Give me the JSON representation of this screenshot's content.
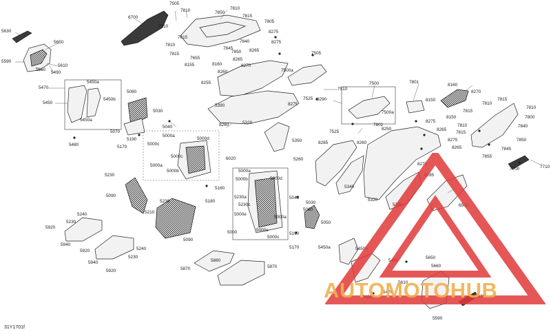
{
  "diagram": {
    "reference": "31Y1701f",
    "labels": [
      {
        "id": "l1",
        "text": "5630"
      },
      {
        "id": "l2",
        "text": "5590"
      },
      {
        "id": "l3",
        "text": "5650"
      },
      {
        "id": "l4",
        "text": "5660"
      },
      {
        "id": "l5",
        "text": "5610"
      },
      {
        "id": "l6",
        "text": "5490"
      },
      {
        "id": "l7",
        "text": "5470"
      },
      {
        "id": "l8",
        "text": "5450"
      },
      {
        "id": "l9",
        "text": "5450a"
      },
      {
        "id": "l10",
        "text": "5450b"
      },
      {
        "id": "l11",
        "text": "5450a"
      },
      {
        "id": "l12",
        "text": "5480"
      },
      {
        "id": "l13",
        "text": "5080"
      },
      {
        "id": "l14",
        "text": "5070"
      },
      {
        "id": "l15",
        "text": "5170"
      },
      {
        "id": "l16",
        "text": "5190"
      },
      {
        "id": "l17",
        "text": "5030"
      },
      {
        "id": "l18",
        "text": "5040"
      },
      {
        "id": "l19",
        "text": "6700"
      },
      {
        "id": "l20",
        "text": "7505"
      },
      {
        "id": "l21",
        "text": "7810"
      },
      {
        "id": "l22",
        "text": "7710"
      },
      {
        "id": "l23",
        "text": "7615"
      },
      {
        "id": "l24",
        "text": "7810"
      },
      {
        "id": "l25",
        "text": "7815"
      },
      {
        "id": "l26",
        "text": "7655"
      },
      {
        "id": "l27",
        "text": "8155"
      },
      {
        "id": "l28",
        "text": "7850"
      },
      {
        "id": "l29",
        "text": "7810"
      },
      {
        "id": "l30",
        "text": "7815"
      },
      {
        "id": "l31",
        "text": "7805"
      },
      {
        "id": "l32",
        "text": "7840"
      },
      {
        "id": "l33",
        "text": "7845"
      },
      {
        "id": "l34",
        "text": "7850"
      },
      {
        "id": "l35",
        "text": "8160"
      },
      {
        "id": "l36",
        "text": "8265"
      },
      {
        "id": "l37",
        "text": "8275"
      },
      {
        "id": "l38",
        "text": "8265"
      },
      {
        "id": "l39",
        "text": "8275"
      },
      {
        "id": "l40",
        "text": "8270"
      },
      {
        "id": "l41",
        "text": "8260"
      },
      {
        "id": "l42",
        "text": "8255"
      },
      {
        "id": "l43",
        "text": "7505"
      },
      {
        "id": "l44",
        "text": "7500a"
      },
      {
        "id": "l45",
        "text": "7510"
      },
      {
        "id": "l46",
        "text": "7500"
      },
      {
        "id": "l47",
        "text": "7500a"
      },
      {
        "id": "l48",
        "text": "7525"
      },
      {
        "id": "l49",
        "text": "7525"
      },
      {
        "id": "l50",
        "text": "8275"
      },
      {
        "id": "l51",
        "text": "8290"
      },
      {
        "id": "l52",
        "text": "5390"
      },
      {
        "id": "l53",
        "text": "5320"
      },
      {
        "id": "l54",
        "text": "5350"
      },
      {
        "id": "l55",
        "text": "8280"
      },
      {
        "id": "l56",
        "text": "5000a"
      },
      {
        "id": "l57",
        "text": "5000d"
      },
      {
        "id": "l58",
        "text": "5000c"
      },
      {
        "id": "l59",
        "text": "5000a"
      },
      {
        "id": "l60",
        "text": "5000b"
      },
      {
        "id": "l61",
        "text": "5000c"
      },
      {
        "id": "l62",
        "text": "6020"
      },
      {
        "id": "l63",
        "text": "5000a"
      },
      {
        "id": "l64",
        "text": "5000b"
      },
      {
        "id": "l65",
        "text": "5000d"
      },
      {
        "id": "l66",
        "text": "5230a"
      },
      {
        "id": "l67",
        "text": "5230c"
      },
      {
        "id": "l68",
        "text": "5160"
      },
      {
        "id": "l69",
        "text": "5180"
      },
      {
        "id": "l70",
        "text": "5000e"
      },
      {
        "id": "l71",
        "text": "5000"
      },
      {
        "id": "l72",
        "text": "5000e"
      },
      {
        "id": "l73",
        "text": "5000a"
      },
      {
        "id": "l74",
        "text": "5000c"
      },
      {
        "id": "l75",
        "text": "5040"
      },
      {
        "id": "l76",
        "text": "5030"
      },
      {
        "id": "l77",
        "text": "5080"
      },
      {
        "id": "l78",
        "text": "5050"
      },
      {
        "id": "l79",
        "text": "5190"
      },
      {
        "id": "l80",
        "text": "5170"
      },
      {
        "id": "l81",
        "text": "5260"
      },
      {
        "id": "l82",
        "text": "5230"
      },
      {
        "id": "l83",
        "text": "5090"
      },
      {
        "id": "l84",
        "text": "5210"
      },
      {
        "id": "l85",
        "text": "5230"
      },
      {
        "id": "l86",
        "text": "5090"
      },
      {
        "id": "l87",
        "text": "5240"
      },
      {
        "id": "l88",
        "text": "5230"
      },
      {
        "id": "l89",
        "text": "5920"
      },
      {
        "id": "l90",
        "text": "5940"
      },
      {
        "id": "l91",
        "text": "5920"
      },
      {
        "id": "l92",
        "text": "5940"
      },
      {
        "id": "l93",
        "text": "5920"
      },
      {
        "id": "l94",
        "text": "5240"
      },
      {
        "id": "l95",
        "text": "5230"
      },
      {
        "id": "l96",
        "text": "5880"
      },
      {
        "id": "l97",
        "text": "5870"
      },
      {
        "id": "l98",
        "text": "5870"
      },
      {
        "id": "l99",
        "text": "7801"
      },
      {
        "id": "l100",
        "text": "7802"
      },
      {
        "id": "l101",
        "text": "8150"
      },
      {
        "id": "l102",
        "text": "8160"
      },
      {
        "id": "l103",
        "text": "8270"
      },
      {
        "id": "l104",
        "text": "7815"
      },
      {
        "id": "l105",
        "text": "7810"
      },
      {
        "id": "l106",
        "text": "7815"
      },
      {
        "id": "l107",
        "text": "7810"
      },
      {
        "id": "l108",
        "text": "8150"
      },
      {
        "id": "l109",
        "text": "7800"
      },
      {
        "id": "l110",
        "text": "7810"
      },
      {
        "id": "l111",
        "text": "7840"
      },
      {
        "id": "l112",
        "text": "7815"
      },
      {
        "id": "l113",
        "text": "7850"
      },
      {
        "id": "l114",
        "text": "7845"
      },
      {
        "id": "l115",
        "text": "7855"
      },
      {
        "id": "l116",
        "text": "7700"
      },
      {
        "id": "l117",
        "text": "7710"
      },
      {
        "id": "l118",
        "text": "8250"
      },
      {
        "id": "l119",
        "text": "8275"
      },
      {
        "id": "l120",
        "text": "8265"
      },
      {
        "id": "l121",
        "text": "8275"
      },
      {
        "id": "l122",
        "text": "8265"
      },
      {
        "id": "l123",
        "text": "8285"
      },
      {
        "id": "l124",
        "text": "8260"
      },
      {
        "id": "l125",
        "text": "5340"
      },
      {
        "id": "l126",
        "text": "5320"
      },
      {
        "id": "l127",
        "text": "8270"
      },
      {
        "id": "l128",
        "text": "8285"
      },
      {
        "id": "l129",
        "text": "5390"
      },
      {
        "id": "l130",
        "text": "6500"
      },
      {
        "id": "l131",
        "text": "5450a"
      },
      {
        "id": "l132",
        "text": "5450b"
      },
      {
        "id": "l133",
        "text": "5490"
      },
      {
        "id": "l134",
        "text": "5650"
      },
      {
        "id": "l135",
        "text": "5660"
      },
      {
        "id": "l136",
        "text": "5610"
      },
      {
        "id": "l137",
        "text": "5470"
      },
      {
        "id": "l138",
        "text": "5480"
      },
      {
        "id": "l139",
        "text": "5630"
      },
      {
        "id": "l140",
        "text": "5590"
      }
    ]
  },
  "watermark": {
    "text": "AUTOMOTOHUB",
    "color_primary": "#e03a3a",
    "color_secondary": "#f0b050"
  }
}
